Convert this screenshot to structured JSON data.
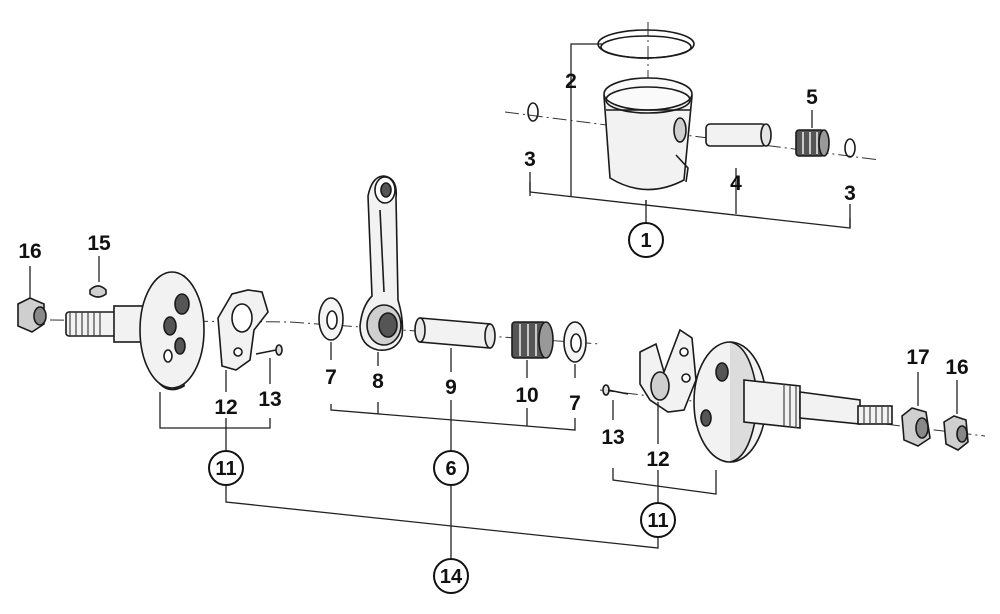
{
  "callouts": {
    "c1": "1",
    "c2": "2",
    "c3a": "3",
    "c3b": "3",
    "c4": "4",
    "c5": "5",
    "c6": "6",
    "c7a": "7",
    "c7b": "7",
    "c8": "8",
    "c9": "9",
    "c10": "10",
    "c11a": "11",
    "c11b": "11",
    "c12a": "12",
    "c12b": "12",
    "c13a": "13",
    "c13b": "13",
    "c14": "14",
    "c15": "15",
    "c16a": "16",
    "c16b": "16",
    "c17": "17"
  },
  "parts": [
    {
      "id": "piston",
      "icon": "piston"
    },
    {
      "id": "piston-ring",
      "icon": "piston-ring"
    },
    {
      "id": "circlip",
      "icon": "circlip"
    },
    {
      "id": "piston-pin",
      "icon": "piston-pin"
    },
    {
      "id": "small-end-bearing",
      "icon": "needle-bearing"
    },
    {
      "id": "connecting-rod-kit",
      "icon": "connecting-rod"
    },
    {
      "id": "thrust-washer",
      "icon": "washer"
    },
    {
      "id": "connecting-rod",
      "icon": "connecting-rod"
    },
    {
      "id": "crank-pin",
      "icon": "pin"
    },
    {
      "id": "big-end-bearing",
      "icon": "needle-bearing"
    },
    {
      "id": "crank-half",
      "icon": "flywheel"
    },
    {
      "id": "counterweight-plate",
      "icon": "plate"
    },
    {
      "id": "screw",
      "icon": "screw"
    },
    {
      "id": "crankshaft-assembly",
      "icon": "crankshaft"
    },
    {
      "id": "woodruff-key",
      "icon": "key"
    },
    {
      "id": "nut",
      "icon": "nut"
    },
    {
      "id": "flange-nut",
      "icon": "nut"
    }
  ],
  "colors": {
    "ink": "#111111",
    "shade": "#cfcfcf",
    "background": "#ffffff"
  }
}
